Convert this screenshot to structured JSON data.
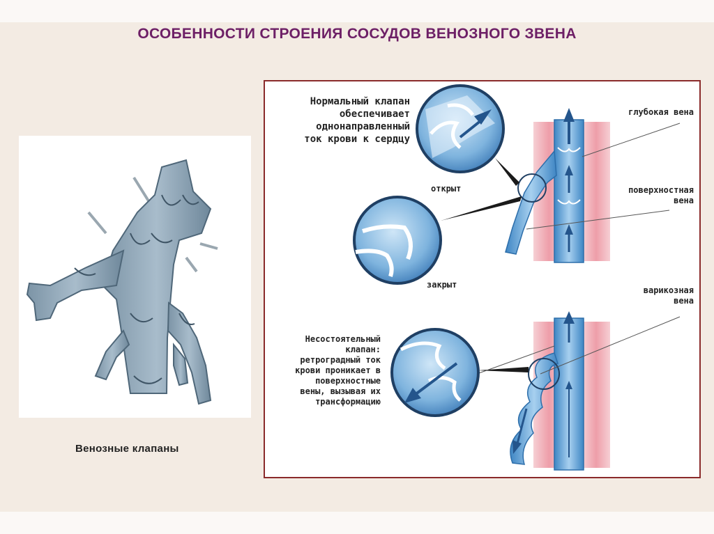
{
  "slide": {
    "title": "ОСОБЕННОСТИ СТРОЕНИЯ СОСУДОВ ВЕНОЗНОГО ЗВЕНА"
  },
  "left": {
    "caption": "Венозные клапаны"
  },
  "right": {
    "normal_valve_text": "Нормальный клапан\nобеспечивает\nоднонаправленный\nток крови к сердцу",
    "label_open": "открыт",
    "label_closed": "закрыт",
    "label_deep_vein": "глубокая вена",
    "label_superficial_vein": "поверхностная\nвена",
    "label_varicose_vein": "варикозная\nвена",
    "insufficient_valve_text": "Несостоятельный\nклапан:\nретроградный ток\nкрови проникает в\nповерхностные\nвены, вызывая их\nтрансформацию"
  },
  "colors": {
    "title": "#6d1f66",
    "vein_blue": "#5f9fd3",
    "vein_dark": "#2d6eaa",
    "muscle_pink": "#f2b9c0",
    "frame": "#8a2a2a",
    "background": "#f3ebe3"
  },
  "icons": [
    "venous-valves-illustration",
    "valve-open-magnifier",
    "valve-closed-magnifier",
    "valve-insufficient-magnifier",
    "blood-flow-arrow"
  ]
}
